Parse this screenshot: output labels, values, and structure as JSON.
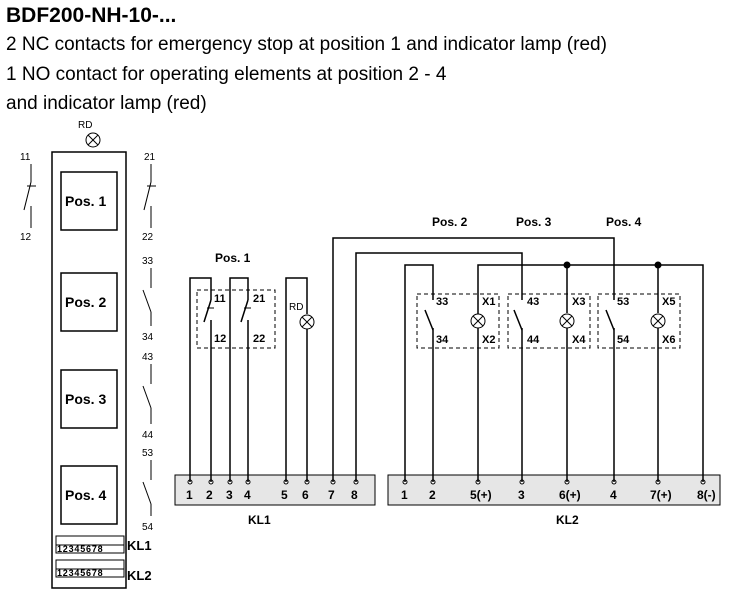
{
  "header": {
    "title": "BDF200-NH-10-...",
    "line1": "2 NC contacts for emergency stop at position 1 and indicator lamp (red)",
    "line2": "1 NO contact for operating elements at position 2 - 4",
    "line3": "and indicator lamp (red)"
  },
  "left": {
    "lamp": "RD",
    "positions": [
      "Pos. 1",
      "Pos. 2",
      "Pos. 3",
      "Pos. 4"
    ],
    "contacts_left": [
      "11",
      "12"
    ],
    "contacts_right": [
      "21",
      "22",
      "33",
      "34",
      "43",
      "44",
      "53",
      "54"
    ],
    "strip_numbers": "12345678",
    "kl1": "KL1",
    "kl2": "KL2"
  },
  "wiring": {
    "pos_labels": [
      "Pos. 1",
      "Pos. 2",
      "Pos. 3",
      "Pos. 4"
    ],
    "pos1_contacts": [
      "11",
      "12",
      "21",
      "22"
    ],
    "lamp": "RD",
    "pos2_contacts": [
      "33",
      "34",
      "X1",
      "X2"
    ],
    "pos3_contacts": [
      "43",
      "44",
      "X3",
      "X4"
    ],
    "pos4_contacts": [
      "53",
      "54",
      "X5",
      "X6"
    ],
    "kl1_terminals": [
      "1",
      "2",
      "3",
      "4",
      "5",
      "6",
      "7",
      "8"
    ],
    "kl2_terminals": [
      "1",
      "2",
      "5(+)",
      "3",
      "6(+)",
      "4",
      "7(+)",
      "8(-)"
    ],
    "kl1_label": "KL1",
    "kl2_label": "KL2"
  }
}
